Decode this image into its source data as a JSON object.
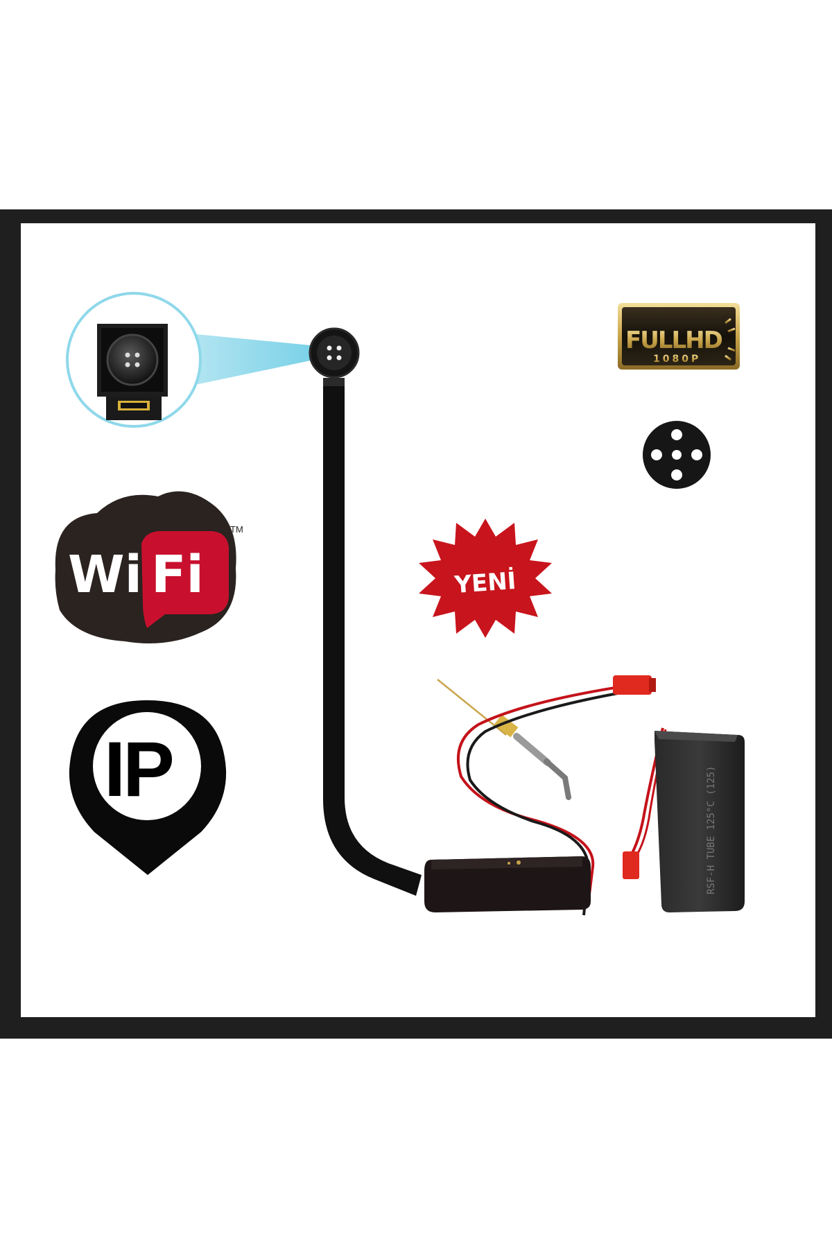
{
  "badges": {
    "fullhd_line1": "FULLHD",
    "fullhd_line2": "1080P",
    "wifi_left": "Wi",
    "wifi_right": "Fi",
    "wifi_tm": "TM",
    "ip": "IP",
    "new_label": "YENİ"
  },
  "battery": {
    "label": "RSF-H TUBE 125°C (125)"
  },
  "colors": {
    "frame": "#1f1f1f",
    "wifi_red": "#c8102e",
    "wifi_dark": "#2a2320",
    "starburst_red": "#c8141c",
    "hd_gold": "#c9a44a",
    "lens_glow": "#8fd8ea"
  }
}
